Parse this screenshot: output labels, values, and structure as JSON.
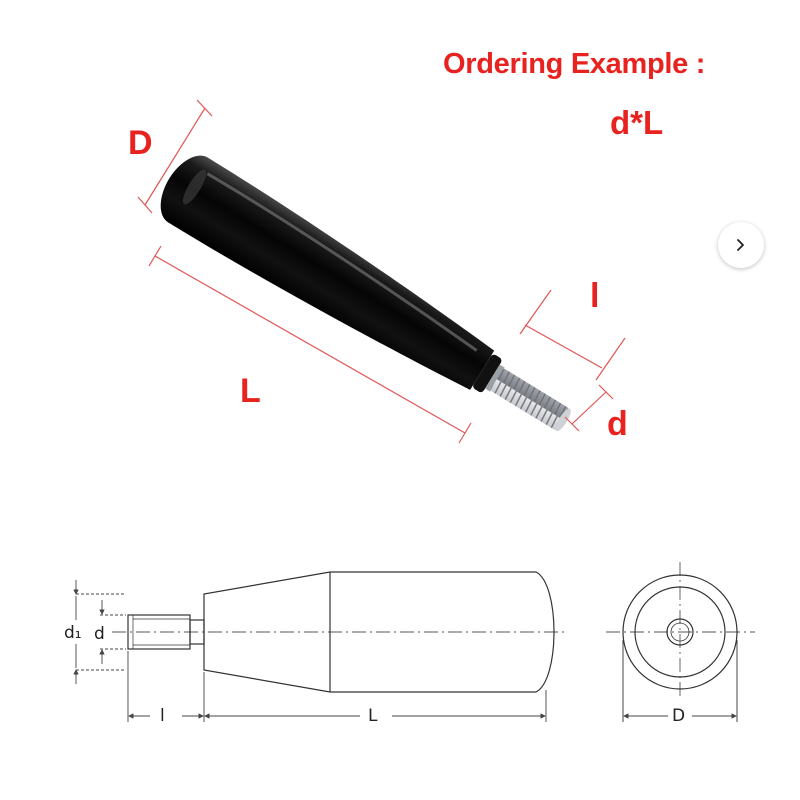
{
  "ordering": {
    "title": "Ordering Example :",
    "formula": "d*L",
    "color": "#e8231f"
  },
  "photo_labels": {
    "diameter": "D",
    "length": "L",
    "thread_length": "l",
    "thread_diameter": "d"
  },
  "drawing_labels": {
    "d1": "d₁",
    "d": "d",
    "l": "l",
    "L": "L",
    "D": "D"
  },
  "navigation": {
    "next_icon": "chevron-right-icon"
  }
}
